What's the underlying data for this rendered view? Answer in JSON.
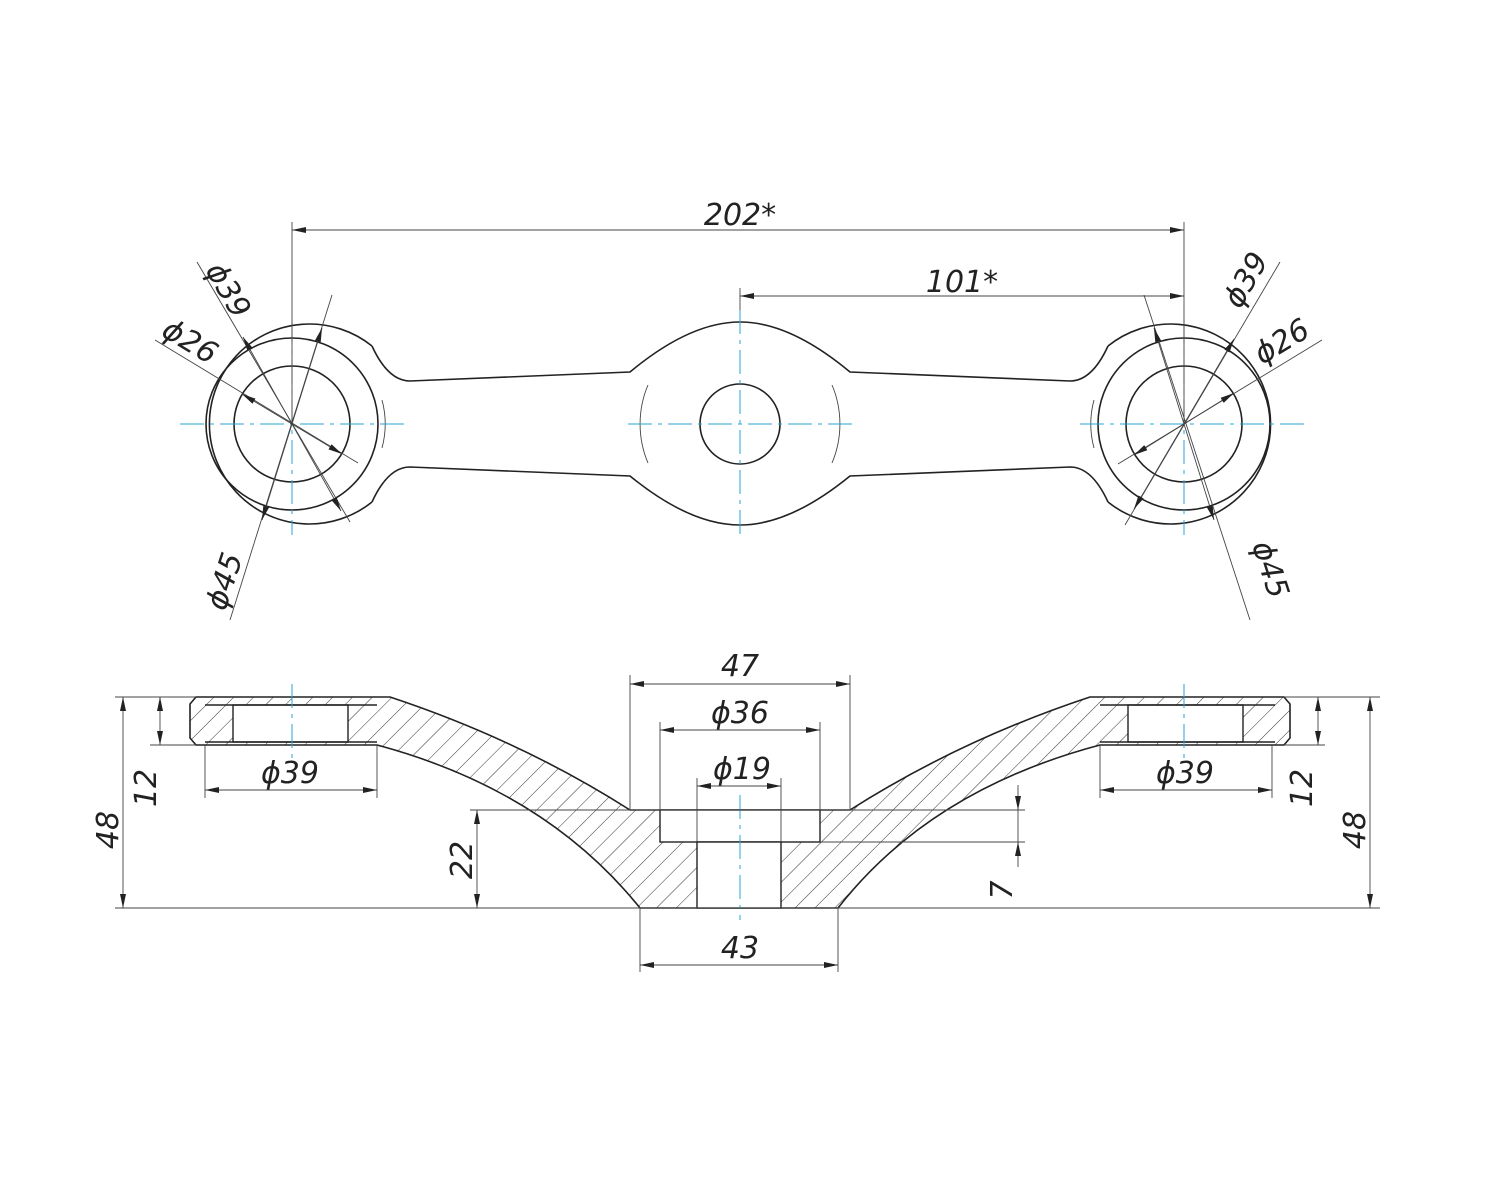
{
  "drawing": {
    "top_view": {
      "overall_length": "202*",
      "half_length": "101*",
      "left_ring": {
        "outer_dia": "ϕ45",
        "mid_dia": "ϕ39",
        "inner_dia": "ϕ26"
      },
      "right_ring": {
        "outer_dia": "ϕ45",
        "mid_dia": "ϕ39",
        "inner_dia": "ϕ26"
      }
    },
    "section_view": {
      "hub_top_width": "47",
      "counterbore_dia": "ϕ36",
      "bore_dia": "ϕ19",
      "hub_base_width": "43",
      "left_recess_dia": "ϕ39",
      "right_recess_dia": "ϕ39",
      "left_total_height": "48",
      "right_total_height": "48",
      "left_flange_height": "12",
      "right_flange_height": "12",
      "hub_height": "22",
      "counterbore_depth": "7"
    },
    "colors": {
      "line": "#222222",
      "centerline": "#2aa6d8"
    }
  }
}
